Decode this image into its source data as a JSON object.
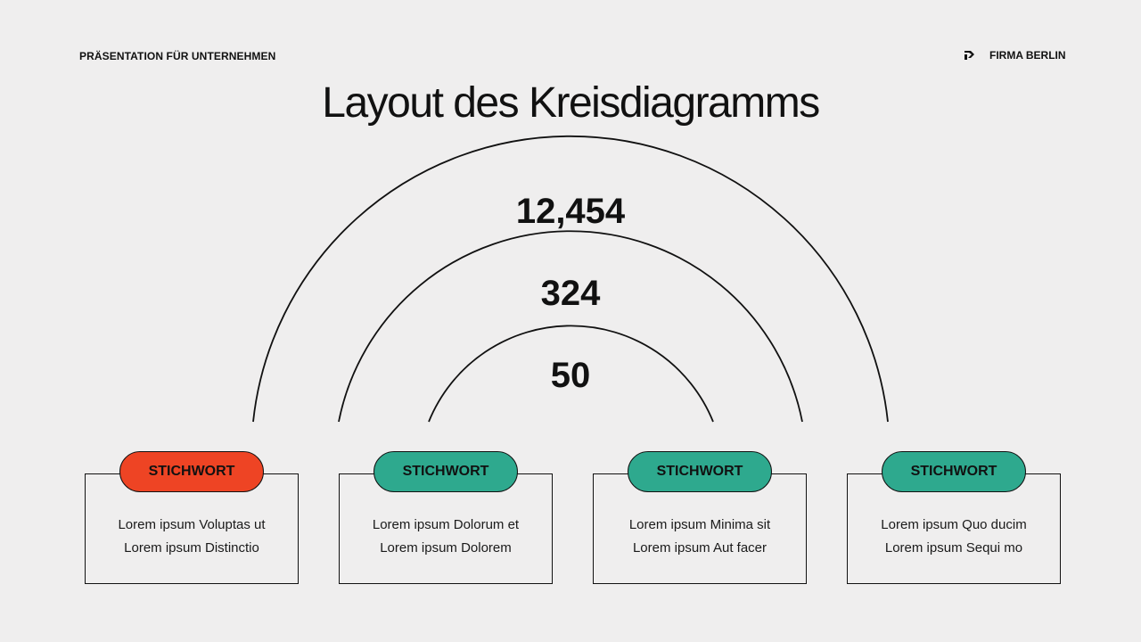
{
  "header": {
    "left_label": "PRÄSENTATION FÜR UNTERNEHMEN",
    "brand_name": "FIRMA BERLIN",
    "brand_icon": "arrow-logo-icon"
  },
  "title": "Layout des Kreisdiagramms",
  "numbers": [
    "12,454",
    "324",
    "50"
  ],
  "colors": {
    "accent_red": "#ee4424",
    "accent_teal": "#2ea98e",
    "background": "#efeeee",
    "line": "#111111"
  },
  "cards": [
    {
      "pill": "STICHWORT",
      "color": "#ee4424",
      "line1": "Lorem ipsum Voluptas ut",
      "line2": "Lorem ipsum Distinctio"
    },
    {
      "pill": "STICHWORT",
      "color": "#2ea98e",
      "line1": "Lorem ipsum Dolorum et",
      "line2": "Lorem ipsum Dolorem"
    },
    {
      "pill": "STICHWORT",
      "color": "#2ea98e",
      "line1": "Lorem ipsum Minima sit",
      "line2": "Lorem ipsum Aut facer"
    },
    {
      "pill": "STICHWORT",
      "color": "#2ea98e",
      "line1": "Lorem ipsum Quo ducim",
      "line2": "Lorem ipsum Sequi mo"
    }
  ]
}
